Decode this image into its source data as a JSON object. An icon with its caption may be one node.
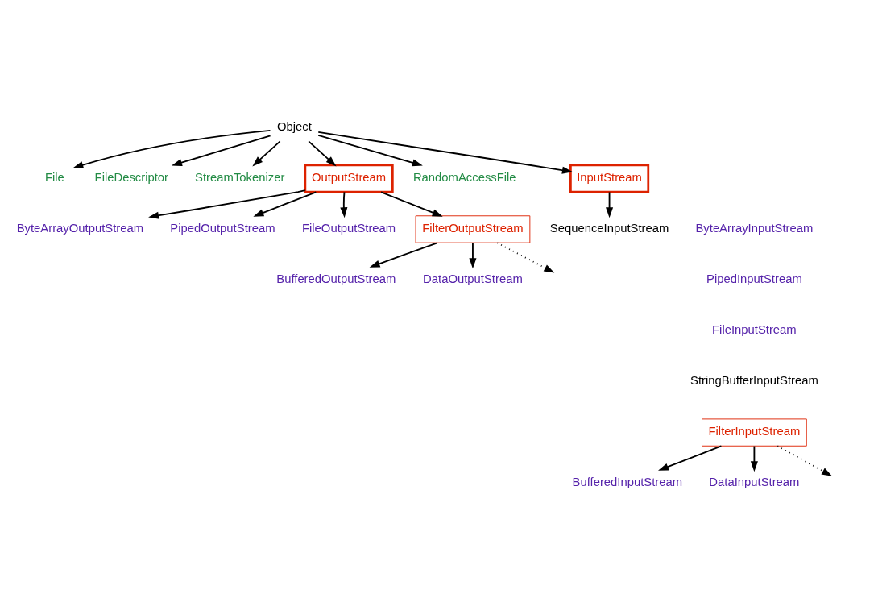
{
  "diagram": {
    "nodes": [
      {
        "text": [
          "Object"
        ]
      },
      {
        "text": [
          "File"
        ]
      },
      {
        "text": [
          "FileDescriptor"
        ]
      },
      {
        "text": [
          "StreamTokenizer"
        ]
      },
      {
        "text": [
          "OutputStream"
        ]
      },
      {
        "text": [
          "RandomAccessFile"
        ]
      },
      {
        "text": [
          "InputStream"
        ]
      },
      {
        "text": [
          "SequenceInputStream"
        ]
      },
      {
        "text": [
          "ByteArrayOutputStream"
        ]
      },
      {
        "text": [
          "PipedOutputStream"
        ]
      },
      {
        "text": [
          "FileOutputStream"
        ]
      },
      {
        "text": [
          "FilterOutputStream"
        ]
      },
      {
        "text": [
          "ByteArrayInputStream"
        ]
      },
      {
        "text": [
          "PipedInputStream"
        ]
      },
      {
        "text": [
          "FileInputStream"
        ]
      },
      {
        "text": [
          "StringBufferInputStream"
        ]
      },
      {
        "text": [
          "FilterInputStream"
        ]
      },
      {
        "text": [
          "BufferedOutputStream"
        ]
      },
      {
        "text": [
          "DataOutputStream"
        ]
      },
      {
        "text": [
          "BufferedInputStream"
        ]
      },
      {
        "text": [
          "DataInputStream"
        ]
      }
    ],
    "edges": [
      {
        "from": 0,
        "to": 1,
        "arrow": "to"
      },
      {
        "from": 0,
        "to": 2,
        "arrow": "to"
      },
      {
        "from": 0,
        "to": 3,
        "arrow": "to"
      },
      {
        "from": 0,
        "to": 4,
        "arrow": "to"
      },
      {
        "from": 0,
        "to": 5,
        "arrow": "to"
      },
      {
        "from": 0,
        "to": 6,
        "arrow": "to"
      },
      {
        "from": 6,
        "to": 7,
        "arrow": "to"
      },
      {
        "from": 4,
        "to": 8,
        "arrow": "to"
      },
      {
        "from": 4,
        "to": 9,
        "arrow": "to"
      },
      {
        "from": 4,
        "to": 10,
        "arrow": "to"
      },
      {
        "from": 4,
        "to": 11,
        "arrow": "to"
      },
      {
        "from": 11,
        "to": 18,
        "arrow": "to"
      },
      {
        "from": 11,
        "to": 17,
        "arrow": "to"
      },
      {
        "from": 11,
        "to": null,
        "arrow": "to",
        "style": "dashed"
      },
      {
        "from": 16,
        "to": null,
        "arrow": "to",
        "style": "dashed"
      },
      {
        "from": 16,
        "to": 20,
        "arrow": "to"
      },
      {
        "from": 16,
        "to": 19,
        "arrow": "to"
      }
    ]
  }
}
